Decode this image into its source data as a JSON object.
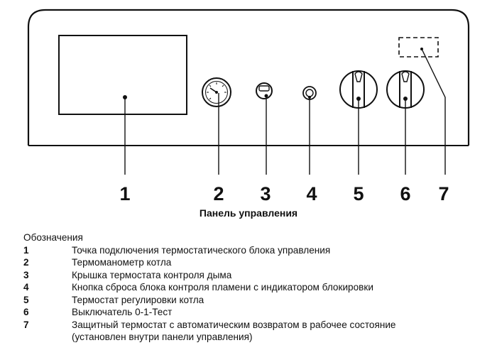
{
  "panel": {
    "caption": "Панель управления",
    "callouts": [
      "1",
      "2",
      "3",
      "4",
      "5",
      "6",
      "7"
    ]
  },
  "legend": {
    "heading": "Обозначения",
    "items": [
      {
        "num": "1",
        "text": "Точка подключения термостатического блока управления"
      },
      {
        "num": "2",
        "text": "Термоманометр котла"
      },
      {
        "num": "3",
        "text": "Крышка термостата контроля дыма"
      },
      {
        "num": "4",
        "text": "Кнопка сброса блока контроля пламени с индикатором блокировки"
      },
      {
        "num": "5",
        "text": "Термостат регулировки котла"
      },
      {
        "num": "6",
        "text": "Выключатель 0-1-Тест"
      },
      {
        "num": "7",
        "text": "Защитный термостат с автоматическим возвратом в рабочее состояние\n(установлен внутри панели управления)"
      }
    ]
  }
}
